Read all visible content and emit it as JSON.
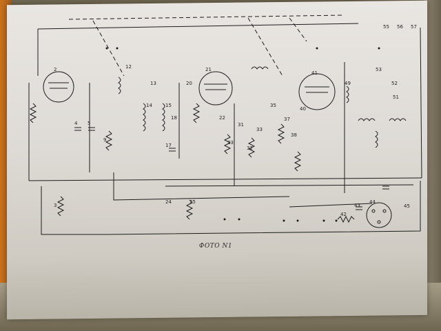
{
  "photo": {
    "caption": "ФОТО N1",
    "component_labels": [
      "2",
      "3",
      "4",
      "5",
      "9",
      "12",
      "13",
      "14",
      "15",
      "17",
      "18",
      "20",
      "21",
      "22",
      "23",
      "24",
      "25",
      "31",
      "32",
      "33",
      "35",
      "37",
      "38",
      "40",
      "41",
      "42",
      "43",
      "44",
      "45",
      "49",
      "51",
      "52",
      "53",
      "55",
      "56",
      "57"
    ]
  },
  "colors": {
    "paper": "#e3e0dc",
    "ink": "#1c1c1c",
    "background_left": "#c9721c",
    "background_surface": "#6e6650"
  }
}
